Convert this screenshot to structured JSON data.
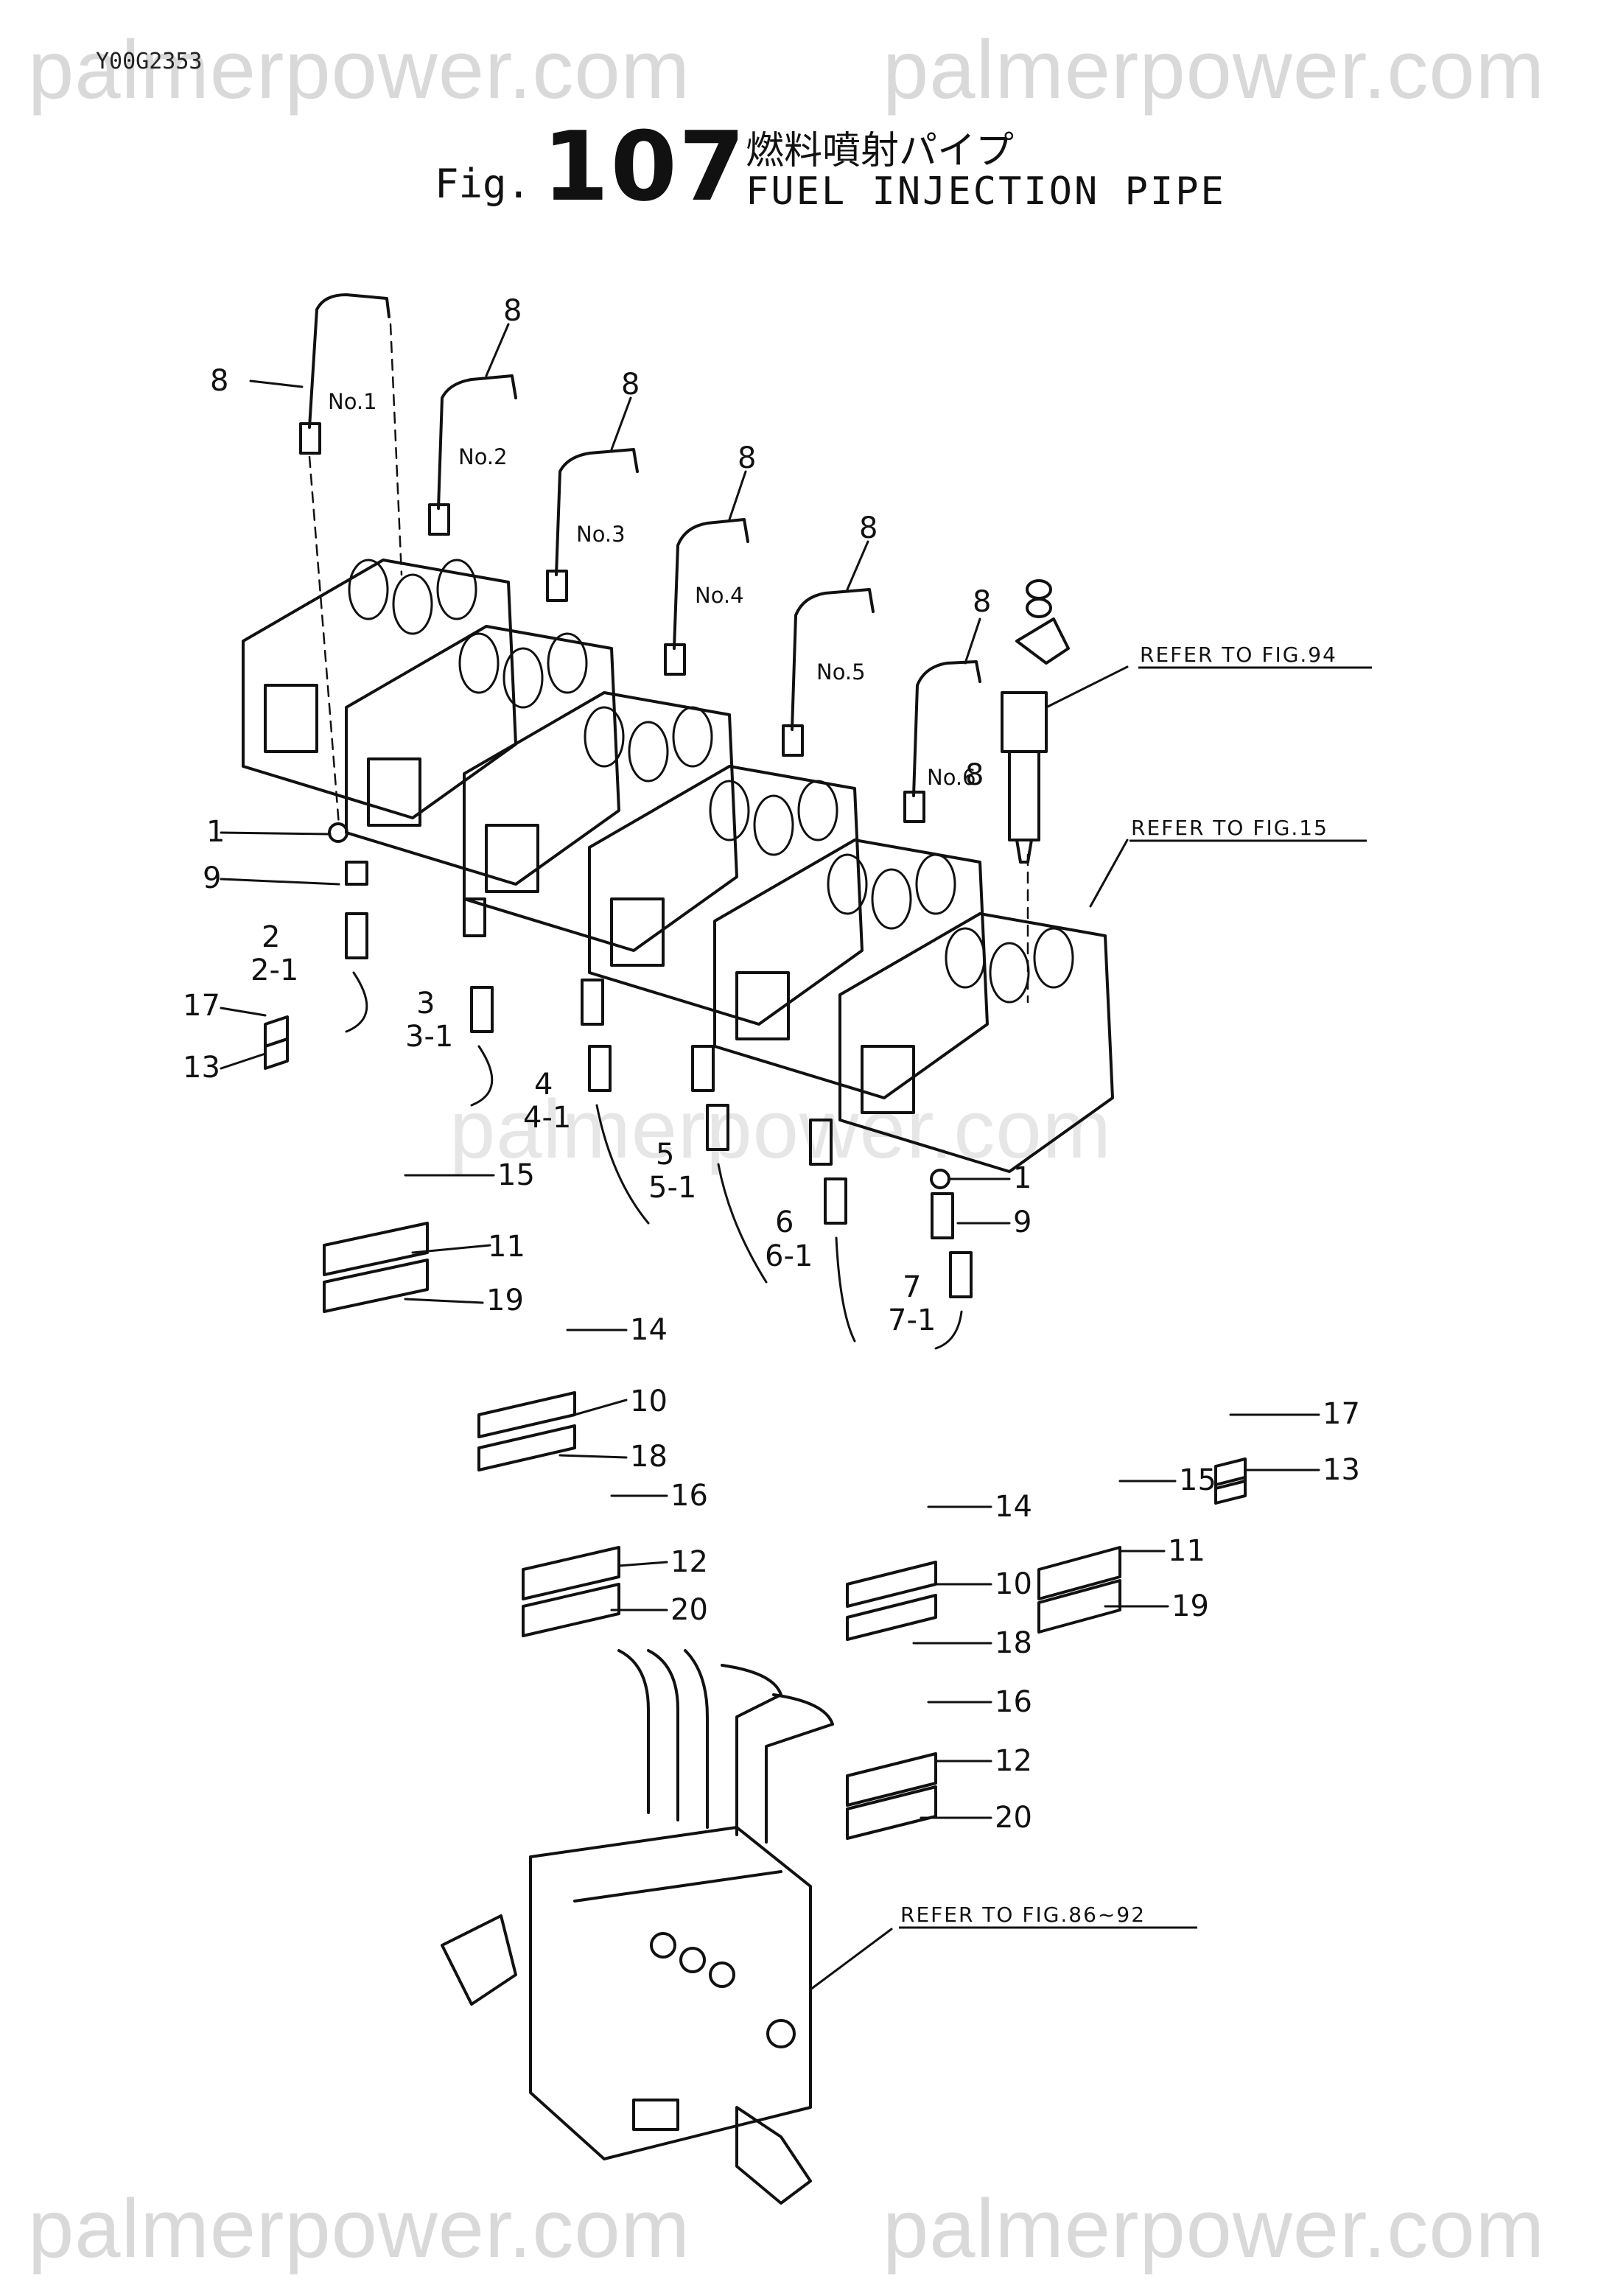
{
  "header": {
    "code": "Y00G2353",
    "fig_label": "Fig.",
    "fig_number": "107",
    "title_jp": "燃料噴射パイプ",
    "title_en": "FUEL INJECTION PIPE"
  },
  "watermark": {
    "text": "palmerpower.com"
  },
  "references": [
    "REFER TO FIG.94",
    "REFER TO FIG.15",
    "REFER TO FIG.86~92"
  ],
  "cylinders": [
    "No.1",
    "No.2",
    "No.3",
    "No.4",
    "No.5",
    "No.6"
  ],
  "part_callouts": [
    "8",
    "8",
    "8",
    "8",
    "8",
    "8",
    "8",
    "1",
    "9",
    "2",
    "2-1",
    "17",
    "13",
    "3",
    "3-1",
    "4",
    "4-1",
    "5",
    "5-1",
    "6",
    "6-1",
    "7",
    "7-1",
    "1",
    "9",
    "15",
    "11",
    "19",
    "14",
    "10",
    "18",
    "16",
    "12",
    "20",
    "17",
    "13",
    "15",
    "11",
    "19",
    "14",
    "10",
    "18",
    "16",
    "12",
    "20"
  ]
}
